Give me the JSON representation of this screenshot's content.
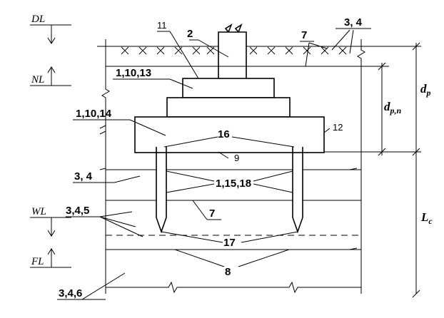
{
  "levels": {
    "dl": "DL",
    "nl": "NL",
    "wl": "WL",
    "fl": "FL"
  },
  "dimensions": {
    "dp_main": "d",
    "dp_sub": "p",
    "dpn_main": "d",
    "dpn_sub": "p,n",
    "lc_main": "L",
    "lc_sub": "c"
  },
  "callouts": {
    "c2": "2",
    "c3_4_top": "3, 4",
    "c7_top": "7",
    "c11": "11",
    "c1_10_13": "1,10,13",
    "c1_10_14": "1,10,14",
    "c16": "16",
    "c12": "12",
    "c9": "9",
    "c3_4_mid": "3, 4",
    "c1_15_18": "1,15,18",
    "c3_4_5": "3,4,5",
    "c7_mid": "7",
    "c17": "17",
    "c8": "8",
    "c3_4_6": "3,4,6"
  }
}
